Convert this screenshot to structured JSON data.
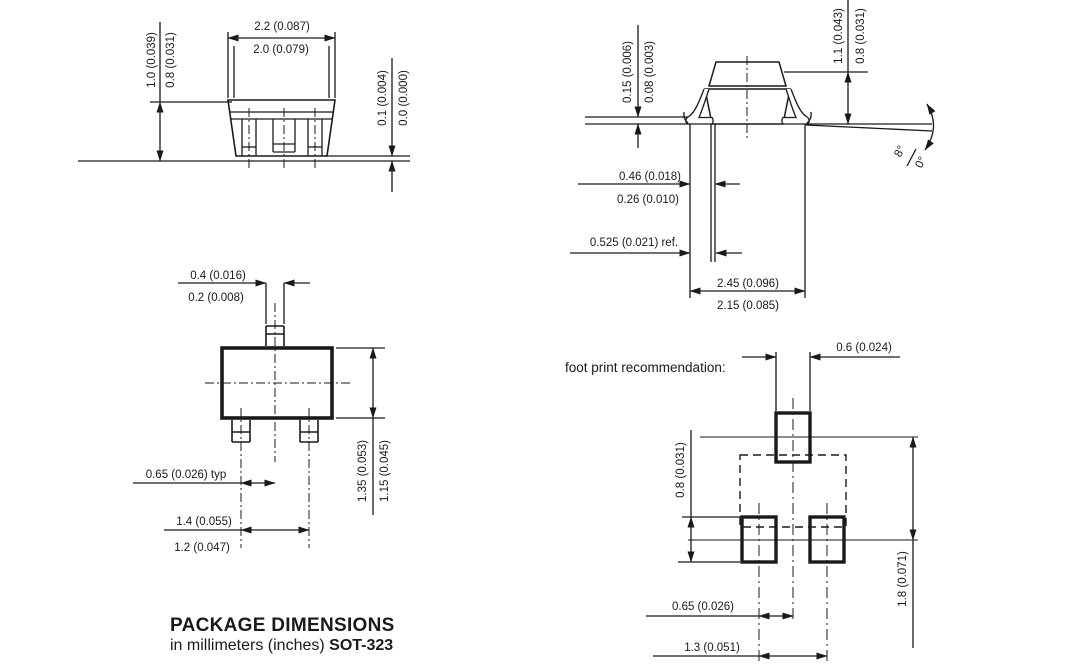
{
  "page_title": {
    "heading": "PACKAGE DIMENSIONS",
    "subheading_prefix": "in millimeters (inches) ",
    "package_name": "SOT-323"
  },
  "footprint_note": "foot print recommendation:",
  "front_view": {
    "body_width_max": "2.2 (0.087)",
    "body_width_min": "2.0 (0.079)",
    "height_max": "1.0 (0.039)",
    "height_min": "0.8 (0.031)",
    "standoff_max": "0.1 (0.004)",
    "standoff_min": "0.0 (0.000)"
  },
  "side_view": {
    "lead_thickness_max": "0.15 (0.006)",
    "lead_thickness_min": "0.08 (0.003)",
    "body_height_max": "1.1 (0.043)",
    "body_height_min": "0.8 (0.031)",
    "lead_width_max": "0.46 (0.018)",
    "lead_width_min": "0.26 (0.010)",
    "lead_length_ref": "0.525 (0.021) ref.",
    "lead_span_max": "2.45 (0.096)",
    "lead_span_min": "2.15 (0.085)",
    "lead_angle_max": "8°",
    "lead_angle_min": "0°"
  },
  "top_view": {
    "pin_width_max": "0.4 (0.016)",
    "pin_width_min": "0.2 (0.008)",
    "pin_pitch": "0.65 (0.026) typ",
    "pin_span_max": "1.4 (0.055)",
    "pin_span_min": "1.2 (0.047)",
    "body_depth_max": "1.35 (0.053)",
    "body_depth_min": "1.15 (0.045)"
  },
  "footprint": {
    "pad_width": "0.6 (0.024)",
    "pad_height": "0.8 (0.031)",
    "pad_pitch": "0.65 (0.026)",
    "pad_span": "1.3 (0.051)",
    "row_spacing": "1.8 (0.071)"
  },
  "colors": {
    "ink": "#1a1a1a",
    "background": "#ffffff"
  }
}
